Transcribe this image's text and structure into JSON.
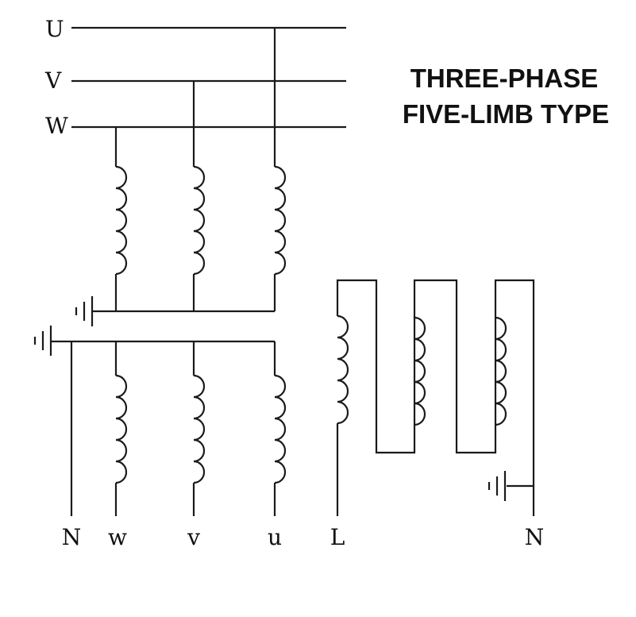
{
  "title": {
    "line1": "THREE-PHASE",
    "line2": "FIVE-LIMB TYPE"
  },
  "primary_lines": {
    "u": "U",
    "v": "V",
    "w": "W"
  },
  "secondary_terminals": {
    "n": "N",
    "w": "w",
    "v": "v",
    "u": "u"
  },
  "tertiary_terminals": {
    "l": "L",
    "n": "N"
  },
  "icons": {
    "coil": "inductor-coil-icon",
    "ground": "ground-icon"
  },
  "colors": {
    "line": "#1a1a1a",
    "background": "#ffffff"
  }
}
